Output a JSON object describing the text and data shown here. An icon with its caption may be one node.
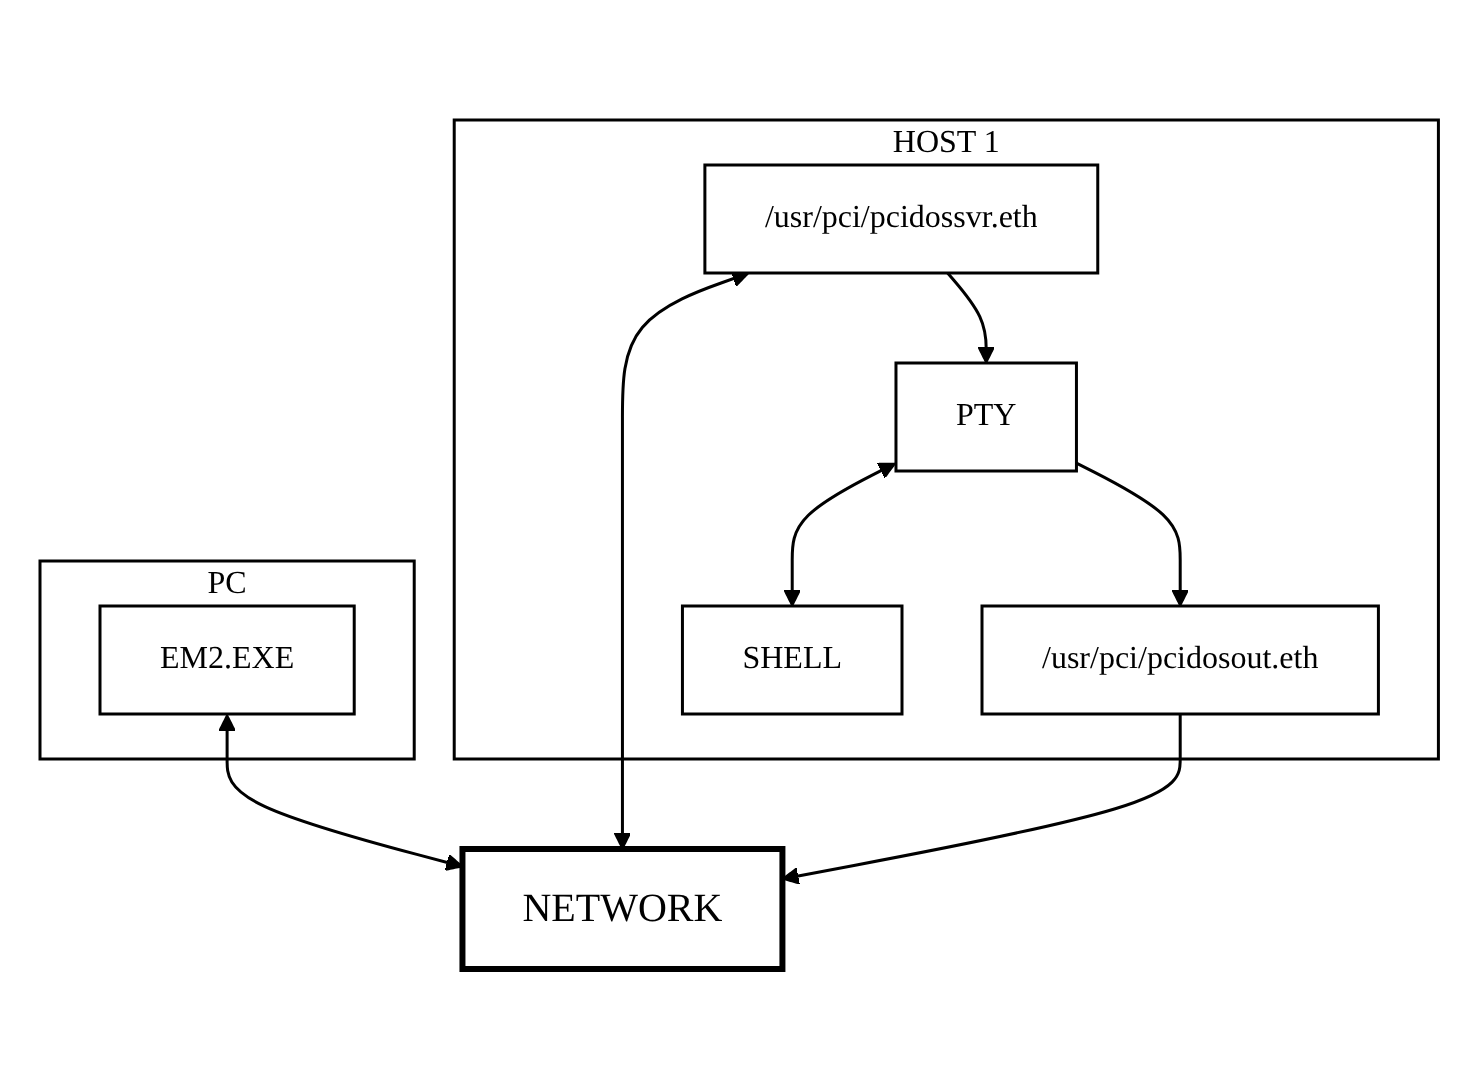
{
  "diagram": {
    "nodes": [
      {
        "text": [
          "NETWORK"
        ]
      },
      {
        "text": [
          "PC"
        ]
      },
      {
        "text": [
          "EM2.EXE"
        ],
        "in": 1
      },
      {
        "text": [
          "HOST 1"
        ]
      },
      {
        "text": [
          "/usr/pci/pcidossvr.eth"
        ],
        "in": 3
      },
      {
        "text": [
          "/usr/pci/pcidosout.eth"
        ],
        "in": 3
      },
      {
        "text": [
          "PTY"
        ],
        "in": 3
      },
      {
        "text": [
          "SHELL"
        ],
        "in": 3
      }
    ],
    "edges": [
      {
        "from": 2,
        "to": 0,
        "arrow": "both"
      },
      {
        "from": 4,
        "to": 0,
        "arrow": "both"
      },
      {
        "from": 5,
        "to": 0,
        "arrow": "to"
      },
      {
        "from": 4,
        "to": 6,
        "arrow": "to"
      },
      {
        "from": 6,
        "to": 5,
        "arrow": "to"
      },
      {
        "from": 6,
        "to": 7,
        "arrow": "both"
      }
    ]
  }
}
